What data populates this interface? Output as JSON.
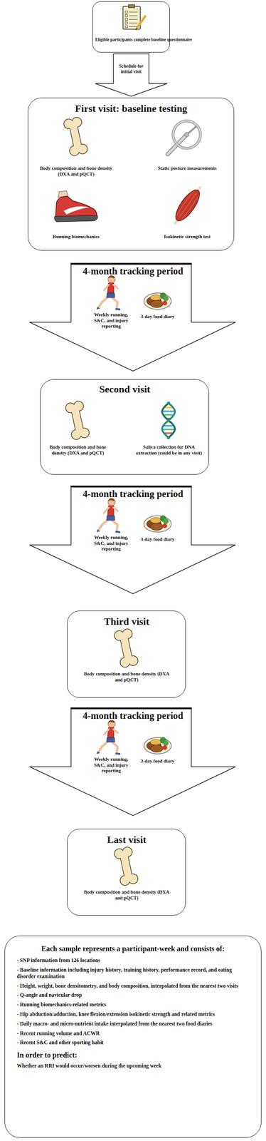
{
  "diagram": {
    "nodes": [
      {
        "text": [
          "Eligible participants complete baseline questionnaire"
        ]
      },
      {
        "text": [
          "First visit: baseline testing",
          "Body composition and bone density (DXA and pQCT)",
          "Static posture measurements",
          "Running biomechanics",
          "Isokinetic strength test"
        ]
      },
      {
        "text": [
          "4-month tracking period",
          "Weekly running, S&C, and injury reporting",
          "3-day food diary"
        ]
      },
      {
        "text": [
          "Second visit",
          "Body composition and bone density (DXA and pQCT)",
          "Saliva collection for DNA extraction (could be in any visit)"
        ]
      },
      {
        "text": [
          "4-month tracking period",
          "Weekly running, S&C, and injury reporting",
          "3-day food diary"
        ]
      },
      {
        "text": [
          "Third visit",
          "Body composition and bone density (DXA and pQCT)"
        ]
      },
      {
        "text": [
          "4-month tracking period",
          "Weekly running, S&C, and injury reporting",
          "3-day food diary"
        ]
      },
      {
        "text": [
          "Last visit",
          "Body composition and bone density (DXA and pQCT)"
        ]
      },
      {
        "text": [
          "Each sample represents a participant-week and consists of:",
          "- SNP information from 126 locations",
          "- Baseline information including injury history, training history, performance record, and eating disorder examination",
          "- Height, weight, bone densitometry, and body composition, interpolated from the nearest two visits",
          "- Q-angle and navicular drop",
          "- Running biomechanics-related metrics",
          "- Hip abduction/adduction, knee flexion/extension isokinetic strength and related metrics",
          "- Daily macro- and micro-nutrient intake interpolated from the nearest two food diaries",
          "- Recent running volume and ACWR",
          "- Recent S&C and other sporting habit",
          "In order to predict:",
          "Whether an RRI would occur/worsen during the upcoming week"
        ]
      }
    ],
    "edges": [
      {
        "from": 0,
        "to": 1,
        "label": "Schedule for initial visit",
        "arrow": "to"
      }
    ]
  }
}
